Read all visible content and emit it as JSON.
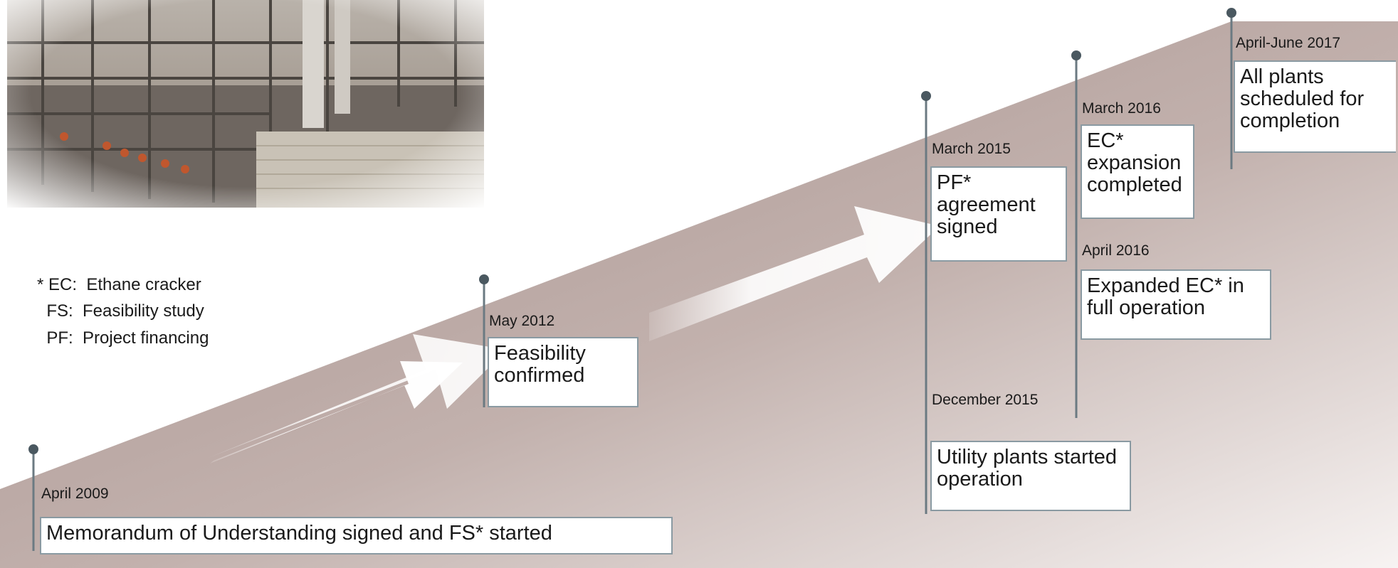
{
  "colors": {
    "ramp_dark": "#a48e8a",
    "ramp_light": "#f4eeec",
    "stem": "#6b7a82",
    "box_border": "#8a9aa2"
  },
  "photo": {
    "description_icon": "refinery-photo"
  },
  "legend": [
    {
      "line": "* EC:  Ethane cracker"
    },
    {
      "line": "  FS:  Feasibility study"
    },
    {
      "line": "  PF:  Project financing"
    }
  ],
  "milestones": [
    {
      "id": "m2009",
      "date": "April 2009",
      "text": "Memorandum of Understanding signed and FS* started"
    },
    {
      "id": "m2012",
      "date": "May 2012",
      "text": "Feasibility confirmed"
    },
    {
      "id": "m2015a",
      "date": "March 2015",
      "text": "PF* agreement signed"
    },
    {
      "id": "m2015b",
      "date": "December 2015",
      "text": "Utility plants started operation"
    },
    {
      "id": "m2016a",
      "date": "March 2016",
      "text": "EC* expansion completed"
    },
    {
      "id": "m2016b",
      "date": "April 2016",
      "text": "Expanded EC* in full operation"
    },
    {
      "id": "m2017",
      "date": "April-June 2017",
      "text": "All plants scheduled for completion"
    }
  ]
}
